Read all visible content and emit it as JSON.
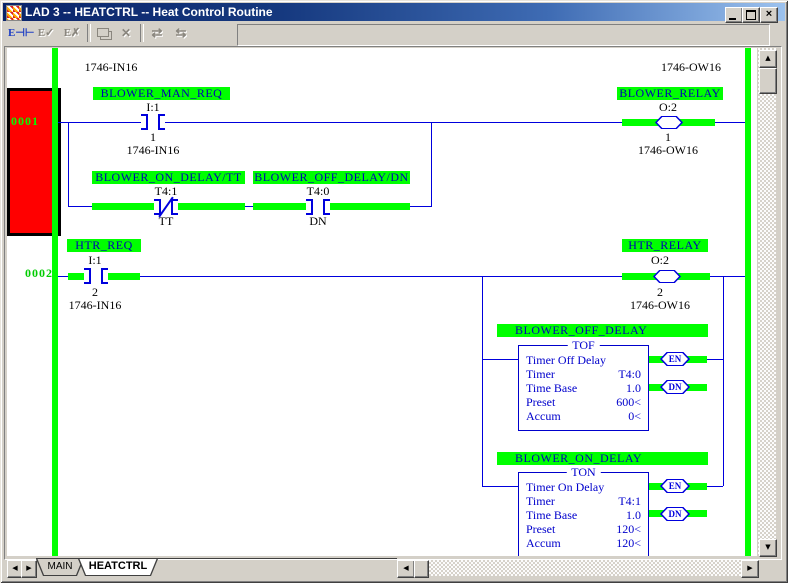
{
  "window": {
    "title": "LAD 3 -- HEATCTRL -- Heat Control Routine",
    "close_glyph": "×"
  },
  "icons": {
    "arrow_up": "▲",
    "arrow_down": "▼",
    "arrow_left": "◀",
    "arrow_right": "▶"
  },
  "toolbar": {
    "buttons": [
      {
        "name": "edit-rung",
        "glyph": "E⊣⊢"
      },
      {
        "name": "accept-rung-edits",
        "glyph": "E✓"
      },
      {
        "name": "cancel-rung-edits",
        "glyph": "E✗"
      },
      {
        "name": "delete",
        "glyph": "✕"
      },
      {
        "name": "verify-swap-a",
        "glyph": "⇄"
      },
      {
        "name": "verify-swap-b",
        "glyph": "⇆"
      }
    ]
  },
  "ladder": {
    "header": {
      "left_card": "1746-IN16",
      "right_card": "1746-OW16"
    },
    "rungs": [
      {
        "number": "0001",
        "contact": {
          "label": "BLOWER_MAN_REQ",
          "address": "I:1",
          "bit": "1",
          "card": "1746-IN16"
        },
        "coil": {
          "label": "BLOWER_RELAY",
          "address": "O:2",
          "bit": "1",
          "card": "1746-OW16"
        },
        "branch_contacts": [
          {
            "label": "BLOWER_ON_DELAY/TT",
            "address": "T4:1",
            "bit": "TT",
            "type": "normally-closed"
          },
          {
            "label": "BLOWER_OFF_DELAY/DN",
            "address": "T4:0",
            "bit": "DN",
            "type": "normally-open"
          }
        ]
      },
      {
        "number": "0002",
        "contact": {
          "label": "HTR_REQ",
          "address": "I:1",
          "bit": "2",
          "card": "1746-IN16"
        },
        "coil": {
          "label": "HTR_RELAY",
          "address": "O:2",
          "bit": "2",
          "card": "1746-OW16"
        },
        "timers": [
          {
            "label": "BLOWER_OFF_DELAY",
            "type": "TOF",
            "description": "Timer Off Delay",
            "fields": [
              {
                "name": "Timer",
                "value": "T4:0"
              },
              {
                "name": "Time Base",
                "value": "1.0"
              },
              {
                "name": "Preset",
                "value": "600<"
              },
              {
                "name": "Accum",
                "value": "0<"
              }
            ],
            "outputs": [
              {
                "label": "EN"
              },
              {
                "label": "DN"
              }
            ]
          },
          {
            "label": "BLOWER_ON_DELAY",
            "type": "TON",
            "description": "Timer On Delay",
            "fields": [
              {
                "name": "Timer",
                "value": "T4:1"
              },
              {
                "name": "Time Base",
                "value": "1.0"
              },
              {
                "name": "Preset",
                "value": "120<"
              },
              {
                "name": "Accum",
                "value": "120<"
              }
            ],
            "outputs": [
              {
                "label": "EN"
              },
              {
                "label": "DN"
              }
            ]
          }
        ]
      }
    ]
  },
  "tabs": [
    {
      "label": "MAIN"
    },
    {
      "label": "HEATCTRL"
    }
  ],
  "colors": {
    "highlight_green": "#00FF00",
    "wire_blue": "#0000DD",
    "symbol_text_blue": "#0000B4",
    "selection_red": "#FF0000",
    "titlebar_left": "#0A246A",
    "titlebar_right": "#9CC2EE"
  }
}
